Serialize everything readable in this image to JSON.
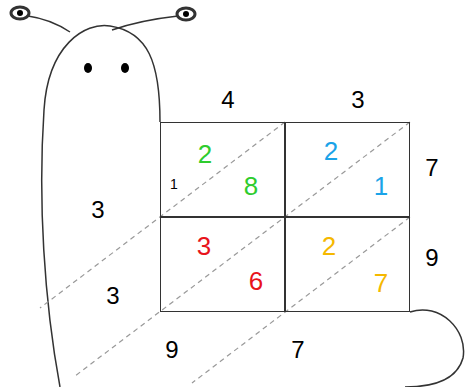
{
  "diagram": {
    "nodes": [
      {
        "text": [
          "2",
          "8"
        ]
      },
      {
        "text": [
          "2",
          "1"
        ]
      },
      {
        "text": [
          "3",
          "6"
        ]
      },
      {
        "text": [
          "2",
          "7"
        ]
      }
    ],
    "labels": [
      "4",
      "3",
      "7",
      "9",
      "1",
      "3",
      "3",
      "9",
      "7"
    ]
  }
}
